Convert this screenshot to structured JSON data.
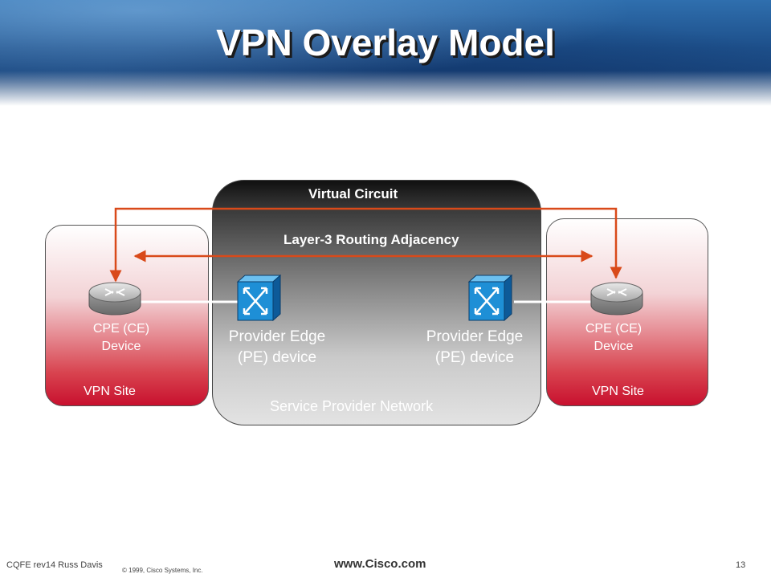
{
  "title": "VPN Overlay Model",
  "labels": {
    "virtual_circuit": "Virtual Circuit",
    "routing_adjacency": "Layer-3 Routing Adjacency",
    "service_provider_network": "Service Provider Network",
    "cpe_left_line1": "CPE (CE)",
    "cpe_left_line2": "Device",
    "cpe_right_line1": "CPE (CE)",
    "cpe_right_line2": "Device",
    "pe_left_line1": "Provider Edge",
    "pe_left_line2": "(PE) device",
    "pe_right_line1": "Provider Edge",
    "pe_right_line2": "(PE) device",
    "vpn_site_left": "VPN Site",
    "vpn_site_right": "VPN Site"
  },
  "footer": {
    "left": "CQFE rev14 Russ Davis",
    "copyright": "© 1999, Cisco Systems, Inc.",
    "center": "www.Cisco.com",
    "page": "13"
  },
  "colors": {
    "arrow": "#d94a1a",
    "vpn_site": "#c8102e",
    "switch": "#1e8fd6"
  },
  "icons": {
    "cpe": "router-icon",
    "pe": "switch-icon"
  }
}
